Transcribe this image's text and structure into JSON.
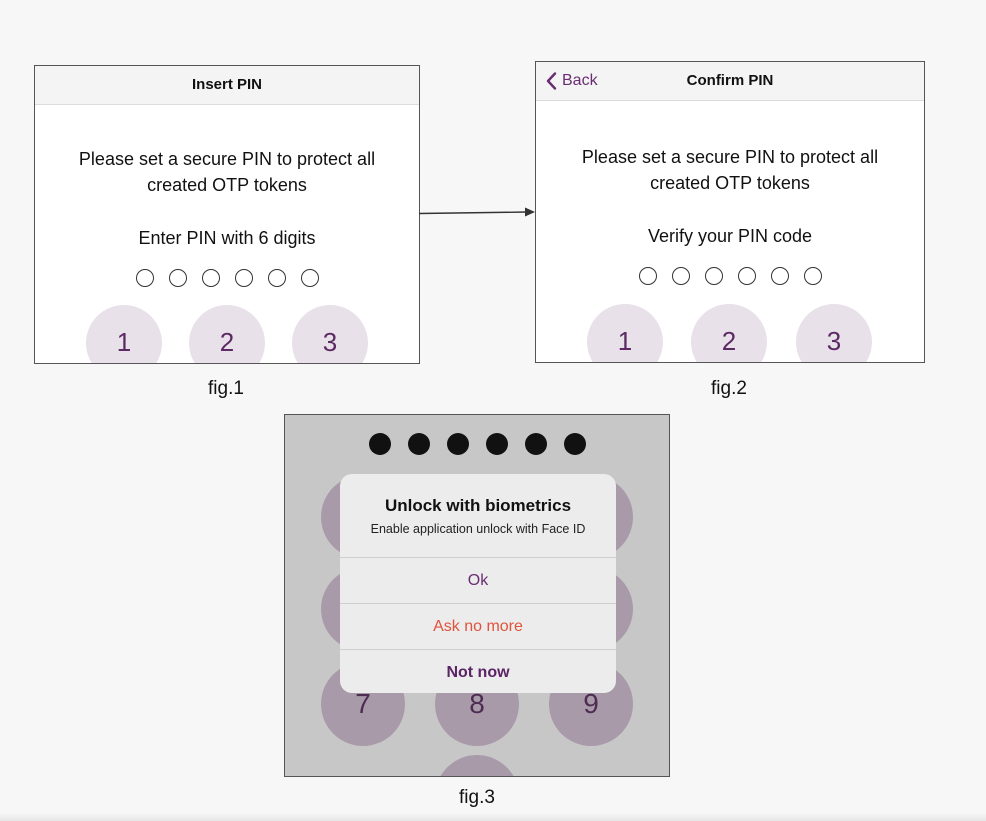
{
  "fig1": {
    "nav_title": "Insert PIN",
    "prompt_line1": "Please set a secure PIN to protect all",
    "prompt_line2": "created OTP tokens",
    "subprompt": "Enter PIN with 6 digits",
    "keys": [
      "1",
      "2",
      "3"
    ],
    "caption": "fig.1"
  },
  "fig2": {
    "back_label": "Back",
    "nav_title": "Confirm PIN",
    "prompt_line1": "Please set a secure PIN to protect all",
    "prompt_line2": "created OTP tokens",
    "subprompt": "Verify your PIN code",
    "keys": [
      "1",
      "2",
      "3"
    ],
    "caption": "fig.2"
  },
  "fig3": {
    "keys_visible": [
      "7",
      "8",
      "9"
    ],
    "alert": {
      "title": "Unlock with biometrics",
      "message": "Enable application unlock with Face ID",
      "ok_label": "Ok",
      "ask_no_more_label": "Ask no more",
      "not_now_label": "Not now"
    },
    "caption": "fig.3"
  },
  "colors": {
    "accent": "#6a2d72",
    "destructive": "#e0533d",
    "key_bg": "#e9e1ea"
  }
}
